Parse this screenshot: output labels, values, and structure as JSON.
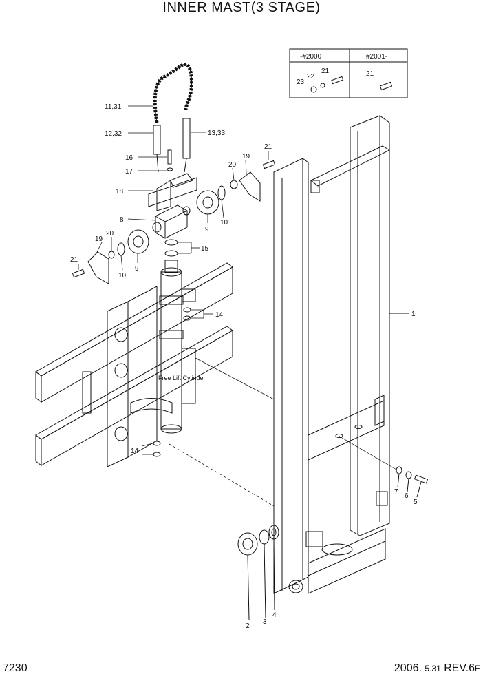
{
  "title": "INNER MAST(3 STAGE)",
  "page_number": "7230",
  "revision": {
    "date_major": "2006.",
    "date_minor": "5.31",
    "rev": "REV.6",
    "rev_suffix": "E"
  },
  "variant_table": {
    "headers": [
      "-#2000",
      "#2001-"
    ],
    "left_labels": [
      "21",
      "22",
      "23"
    ],
    "right_labels": [
      "21"
    ]
  },
  "annotation": "Free Lift Cylinder",
  "callouts": {
    "c1": "1",
    "c2": "2",
    "c3": "3",
    "c4": "4",
    "c5": "5",
    "c6": "6",
    "c7": "7",
    "c8": "8",
    "c9a": "9",
    "c9b": "9",
    "c10a": "10",
    "c10b": "10",
    "c11_31": "11,31",
    "c12_32": "12,32",
    "c13_33": "13,33",
    "c14a": "14",
    "c14b": "14",
    "c15": "15",
    "c16": "16",
    "c17": "17",
    "c18": "18",
    "c19a": "19",
    "c19b": "19",
    "c20a": "20",
    "c20b": "20",
    "c21a": "21",
    "c21b": "21"
  }
}
